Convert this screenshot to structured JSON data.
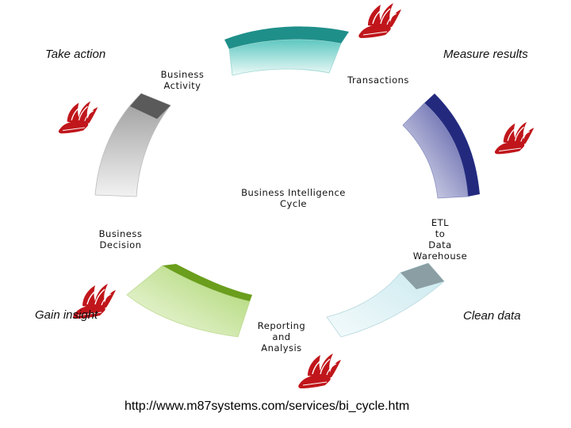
{
  "corners": {
    "top_left": "Take action",
    "top_right": "Measure results",
    "bottom_left": "Gain insight",
    "bottom_right": "Clean data"
  },
  "center_title": [
    "Business Intelligence",
    "Cycle"
  ],
  "stages": {
    "transactions": [
      "Transactions"
    ],
    "etl": [
      "ETL",
      "to",
      "Data",
      "Warehouse"
    ],
    "reporting": [
      "Reporting",
      "and",
      "Analysis"
    ],
    "decision": [
      "Business",
      "Decision"
    ],
    "activity": [
      "Business",
      "Activity"
    ]
  },
  "colors": {
    "teal": "#1f8f8a",
    "navy": "#232a7e",
    "slate": "#8a9ea3",
    "green": "#6a9e1c",
    "charcoal": "#5a5a5a",
    "logo_red": "#c0161b"
  },
  "footer_url": "http://www.m87systems.com/services/bi_cycle.htm"
}
